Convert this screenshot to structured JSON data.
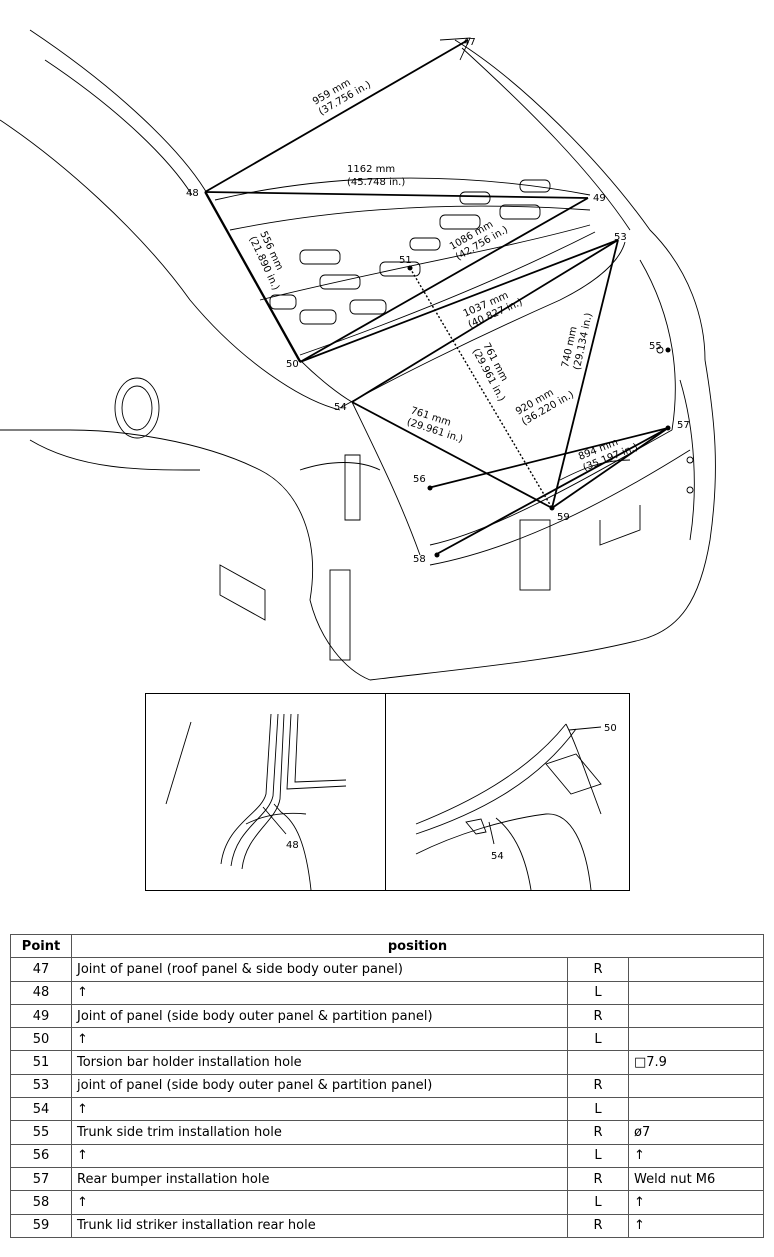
{
  "diagram": {
    "measurements": [
      {
        "mm": "959 mm",
        "in": "(37.756 in.)"
      },
      {
        "mm": "1162 mm",
        "in": "(45.748 in.)"
      },
      {
        "mm": "556 mm",
        "in": "(21.890 in.)"
      },
      {
        "mm": "1086 mm",
        "in": "(42.756 in.)"
      },
      {
        "mm": "1037 mm",
        "in": "(40.827 in.)"
      },
      {
        "mm": "761 mm",
        "in": "(29.961 in.)"
      },
      {
        "mm": "740 mm",
        "in": "(29.134 in.)"
      },
      {
        "mm": "920 mm",
        "in": "(36.220 in.)"
      },
      {
        "mm": "761 mm",
        "in": "(29.961 in.)"
      },
      {
        "mm": "894 mm",
        "in": "(35.197 in.)"
      }
    ],
    "point_labels": [
      "47",
      "48",
      "49",
      "50",
      "51",
      "53",
      "54",
      "55",
      "56",
      "57",
      "58",
      "59"
    ],
    "detail_left_label": "48",
    "detail_right_labels": [
      "50",
      "54"
    ]
  },
  "table": {
    "headers": {
      "point": "Point",
      "position": "position"
    },
    "rows": [
      {
        "point": "47",
        "desc": "Joint of panel (roof panel & side body outer panel)",
        "side": "R",
        "spec": ""
      },
      {
        "point": "48",
        "desc": "↑",
        "side": "L",
        "spec": ""
      },
      {
        "point": "49",
        "desc": "Joint of panel (side body outer panel & partition panel)",
        "side": "R",
        "spec": ""
      },
      {
        "point": "50",
        "desc": "↑",
        "side": "L",
        "spec": ""
      },
      {
        "point": "51",
        "desc": "Torsion bar holder installation hole",
        "side": "",
        "spec": "□7.9"
      },
      {
        "point": "53",
        "desc": "joint of panel (side body outer panel & partition panel)",
        "side": "R",
        "spec": ""
      },
      {
        "point": "54",
        "desc": "↑",
        "side": "L",
        "spec": ""
      },
      {
        "point": "55",
        "desc": "Trunk side trim installation hole",
        "side": "R",
        "spec": "ø7"
      },
      {
        "point": "56",
        "desc": "↑",
        "side": "L",
        "spec": "↑"
      },
      {
        "point": "57",
        "desc": "Rear bumper installation hole",
        "side": "R",
        "spec": "Weld nut M6"
      },
      {
        "point": "58",
        "desc": "↑",
        "side": "L",
        "spec": "↑"
      },
      {
        "point": "59",
        "desc": "Trunk lid striker installation rear hole",
        "side": "R",
        "spec": "↑"
      }
    ]
  }
}
